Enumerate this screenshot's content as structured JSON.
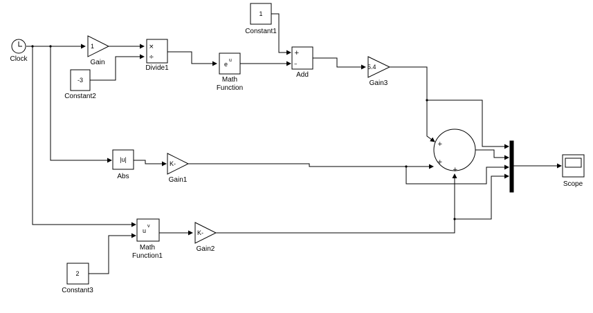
{
  "blocks": {
    "clock": {
      "name": "Clock"
    },
    "gain": {
      "name": "Gain",
      "value": "1"
    },
    "constant2": {
      "name": "Constant2",
      "value": "-3"
    },
    "divide1": {
      "name": "Divide1",
      "in1": "×",
      "in2": "÷"
    },
    "constant1": {
      "name": "Constant1",
      "value": "1"
    },
    "math_function": {
      "name_line1": "Math",
      "name_line2": "Function",
      "base": "e",
      "exp": "u"
    },
    "add": {
      "name": "Add",
      "in1": "+",
      "in2": "–"
    },
    "gain3": {
      "name": "Gain3",
      "value": "5.4"
    },
    "abs": {
      "name": "Abs",
      "value": "|u|"
    },
    "gain1": {
      "name": "Gain1",
      "value": "K-"
    },
    "sum": {
      "sign1": "+",
      "sign2": "+",
      "sign3": "+"
    },
    "math_function1": {
      "name_line1": "Math",
      "name_line2": "Function1",
      "base": "u",
      "exp": "v"
    },
    "gain2": {
      "name": "Gain2",
      "value": "K-"
    },
    "constant3": {
      "name": "Constant3",
      "value": "2"
    },
    "scope": {
      "name": "Scope"
    }
  }
}
